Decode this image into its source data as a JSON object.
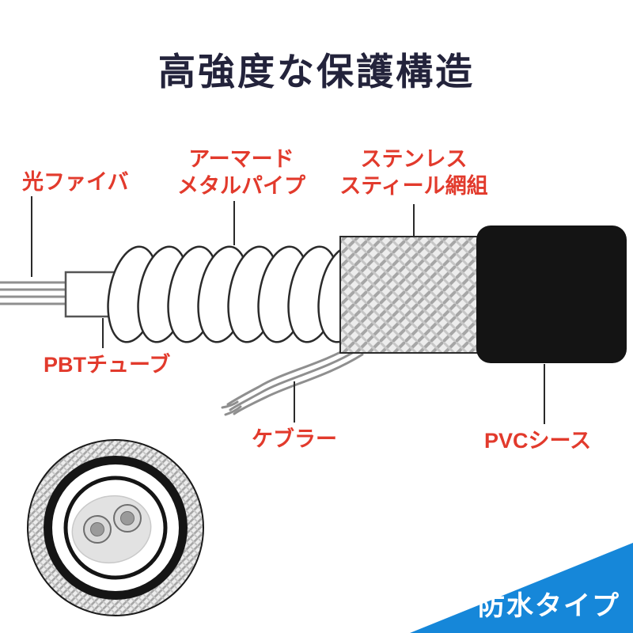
{
  "title": "高強度な保護構造",
  "labels": {
    "fiber": "光ファイバ",
    "armored_line1": "アーマード",
    "armored_line2": "メタルパイプ",
    "stainless_line1": "ステンレス",
    "stainless_line2": "スティール網組",
    "pbt": "PBTチューブ",
    "kevlar": "ケブラー",
    "pvc": "PVCシース"
  },
  "banner": {
    "text": "防水タイプ"
  },
  "colors": {
    "label_red": "#e23a2c",
    "title_navy": "#23233b",
    "banner_blue": "#1687d9",
    "sheath_black": "#141414",
    "metal_gray": "#a8a8a8"
  }
}
